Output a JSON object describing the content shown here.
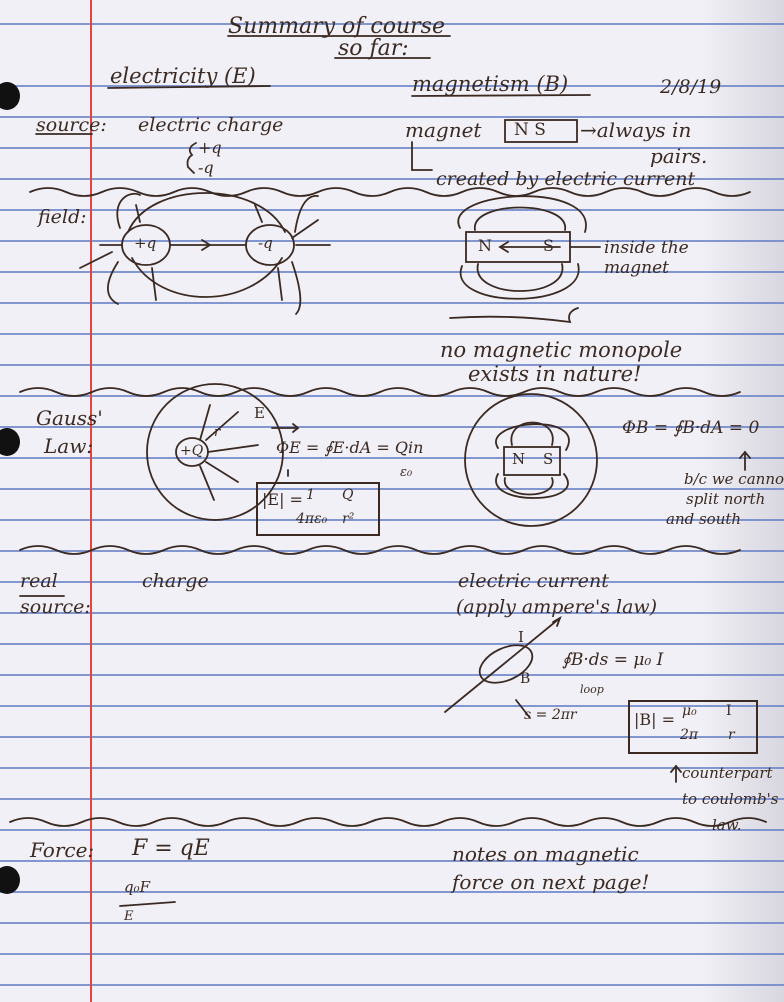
{
  "title": {
    "line1": "Summary of course",
    "line2": "so far:"
  },
  "date": "2/8/19",
  "columns": {
    "electricity": "electricity (E)",
    "magnetism": "magnetism (B)"
  },
  "source": {
    "label": "source:",
    "electric": "electric charge",
    "plus_q": "+q",
    "minus_q": "-q",
    "magnet_prefix": "magnet",
    "magnet_box": "N  S",
    "magnet_pairs": "→always in",
    "pairs_word": "pairs.",
    "created": "created by electric current"
  },
  "field": {
    "label": "field:",
    "charge_pos": "+q",
    "charge_neg": "-q",
    "magnet_n": "N",
    "magnet_s": "S",
    "inside_note_1": "inside the",
    "inside_note_2": "magnet",
    "monopole_1": "no magnetic monopole",
    "monopole_2": "exists in nature!"
  },
  "gauss": {
    "label_1": "Gauss'",
    "label_2": "Law:",
    "charge": "+Q",
    "r": "r",
    "e_vec": "E",
    "flux_e": "Φ_E = ∮E·dA = Q_in / ε₀",
    "flux_e_lhs": "ΦE = ∮E·dA = Qin",
    "flux_e_den": "ε₀",
    "coulomb_lhs": "|E| =",
    "coulomb_num1": "1",
    "coulomb_den1": "4πε₀",
    "coulomb_num2": "Q",
    "coulomb_den2": "r²",
    "flux_b": "ΦB = ∮B·dA = 0",
    "magnet_n": "N",
    "magnet_s": "S",
    "note_1": "b/c we cannot",
    "note_2": "split north",
    "note_3": "and south"
  },
  "real_source": {
    "label_1": "real",
    "label_2": "source:",
    "charge": "charge",
    "current_1": "electric current",
    "current_2": "(apply ampere's law)",
    "I": "I",
    "B": "B",
    "ampere": "∮B·ds = μ₀ I",
    "loop": "loop",
    "s_eq": "s = 2πr",
    "b_lhs": "|B| =",
    "b_num1": "μ₀",
    "b_den1": "2π",
    "b_num2": "I",
    "b_den2": "r",
    "counterpart_1": "counterpart",
    "counterpart_2": "to coulomb's",
    "counterpart_3": "law."
  },
  "force": {
    "label": "Force:",
    "equation": "F = qE",
    "sub_1": "q₀F",
    "sub_2": "E",
    "note_1": "notes on magnetic",
    "note_2": "force on next page!"
  },
  "colors": {
    "ink": "#3a2a22",
    "rule": "#6f86c9",
    "margin": "#e5453e",
    "paper": "#f1f0f6"
  }
}
